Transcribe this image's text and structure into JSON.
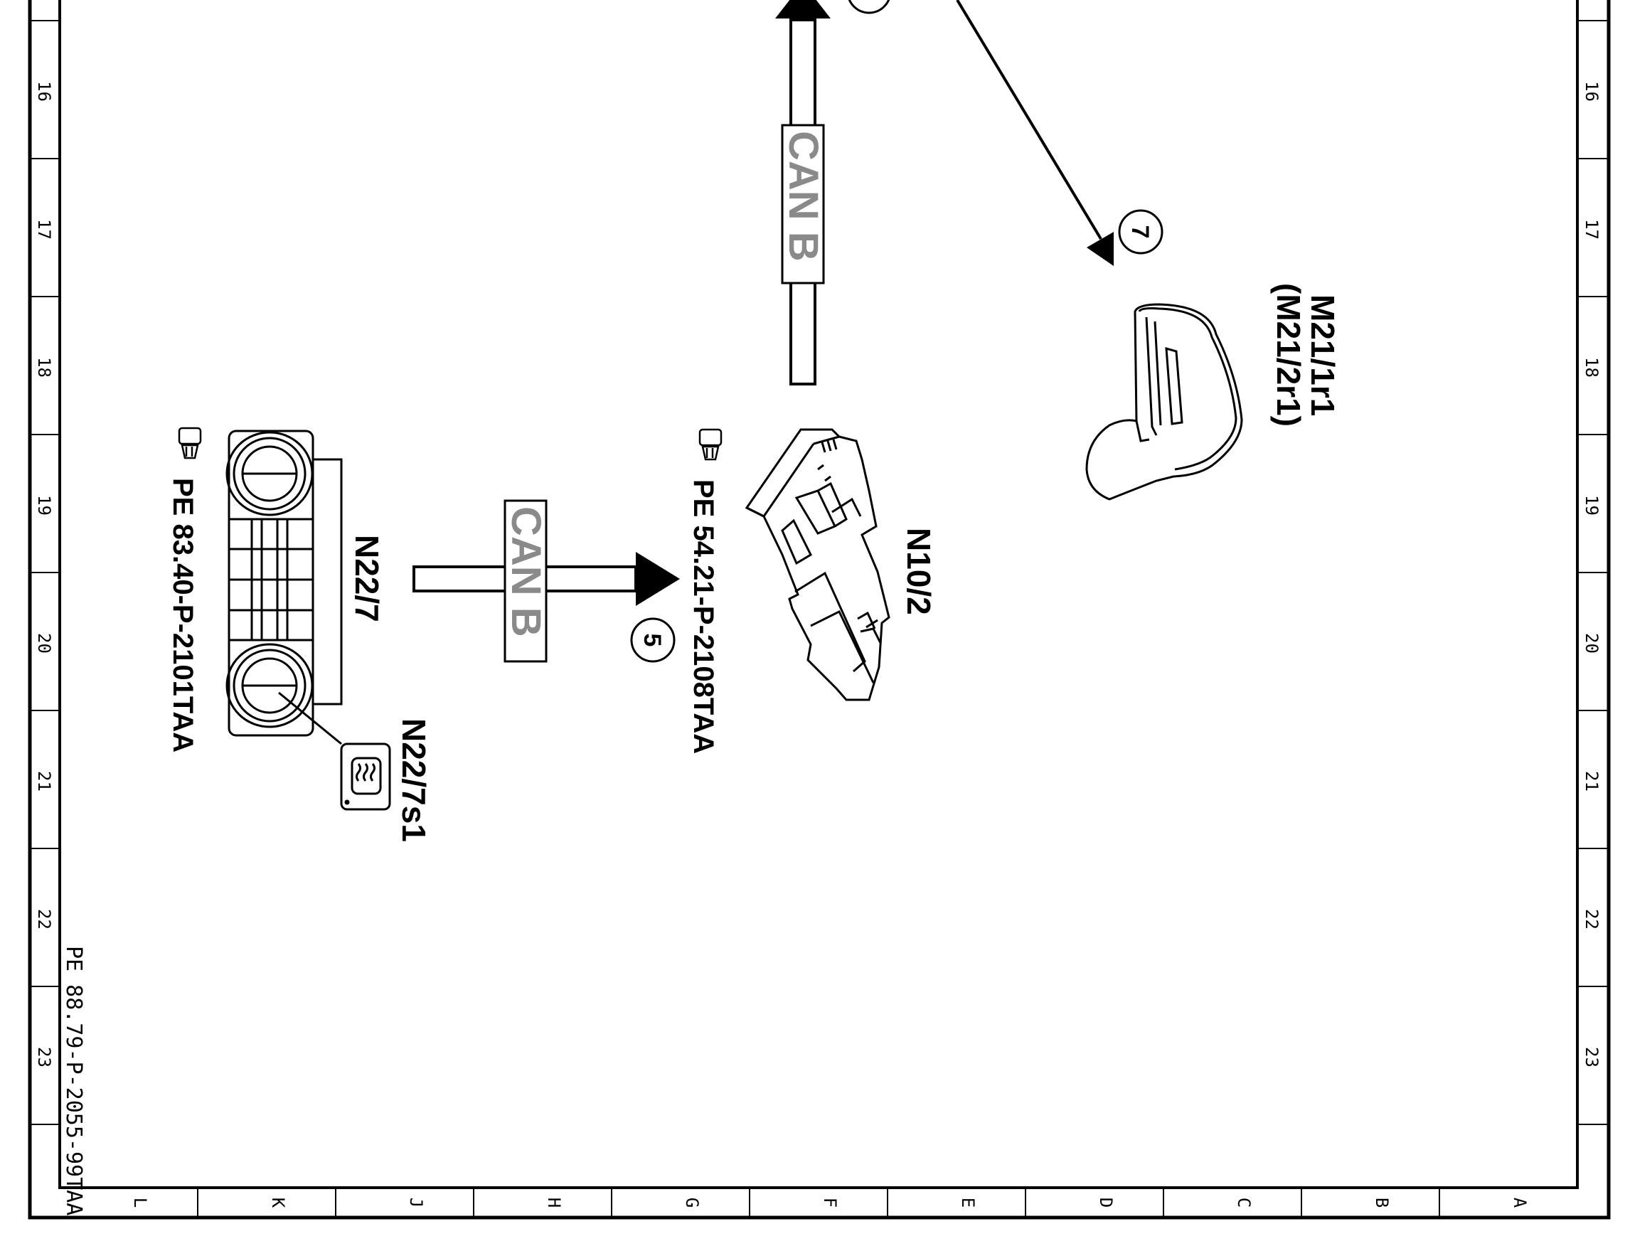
{
  "frame": {
    "row_numbers": [
      "16",
      "17",
      "18",
      "19",
      "20",
      "21",
      "22",
      "23"
    ],
    "column_letters": [
      "L",
      "K",
      "J",
      "H",
      "G",
      "F",
      "E",
      "D",
      "C",
      "B",
      "A"
    ]
  },
  "components": {
    "climate_control_label": "N22/7",
    "rear_defroster_switch_label": "N22/7s1",
    "climate_control_ref": "PE 83.40-P-2101TAA",
    "sam_label": "N10/2",
    "sam_ref": "PE 54.21-P-2108TAA",
    "motor_label": "M21/1r1",
    "motor_label_alt": "(M21/2r1)"
  },
  "buses": {
    "can_b_horizontal": "CAN B",
    "can_b_vertical": "CAN B"
  },
  "callouts": {
    "five": "5",
    "seven": "7"
  },
  "document": {
    "drawing_id": "PE 88.79-P-2055-99TAA"
  },
  "icons": {
    "reference_icon": "pointing-hand-icon",
    "defroster_icon": "rear-window-heater-icon"
  },
  "colors": {
    "line": "#000000",
    "bus_text": "#8a8a8a",
    "background": "#ffffff"
  }
}
